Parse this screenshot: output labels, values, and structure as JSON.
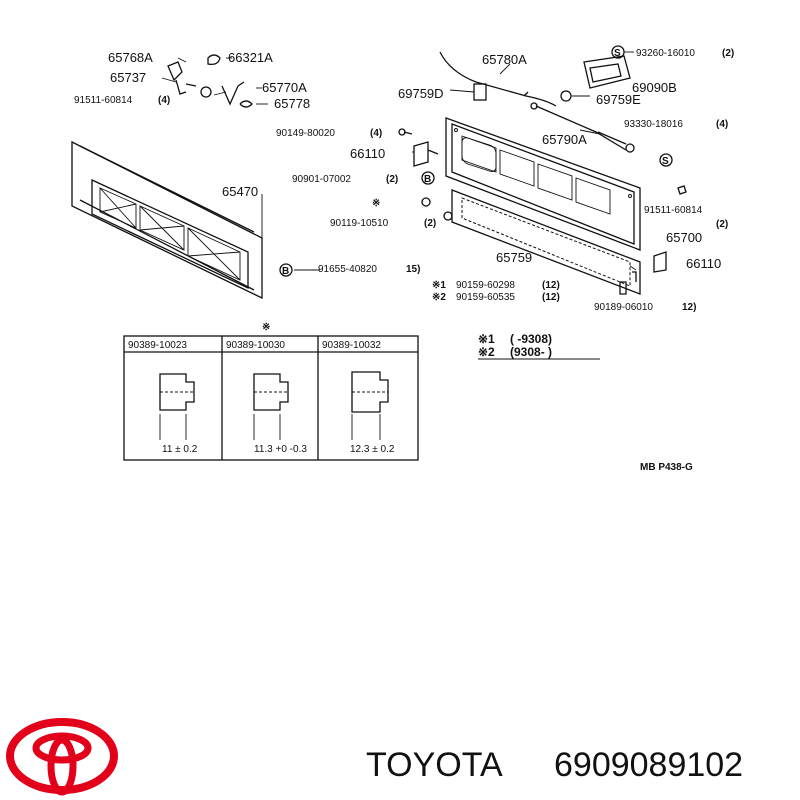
{
  "diagram": {
    "part_labels": {
      "p65768a": "65768A",
      "p66321a": "66321A",
      "p65737": "65737",
      "p65770a": "65770A",
      "p91511_60814_left": "91511-60814",
      "p65778": "65778",
      "p65780a": "65780A",
      "p93260_16010": "93260-16010",
      "p69090b": "69090B",
      "p69759d": "69759D",
      "p69759e": "69759E",
      "p90149_80020": "90149-80020",
      "p93330_18016": "93330-18016",
      "p65790a": "65790A",
      "p66110_upper": "66110",
      "p90901_07002": "90901-07002",
      "p65470": "65470",
      "p91511_60814_right": "91511-60814",
      "p90119_10510": "90119-10510",
      "p65700": "65700",
      "p65759": "65759",
      "p66110_lower": "66110",
      "p91655_40820": "91655-40820",
      "p90159_60298": "90159-60298",
      "p90159_60535": "90159-60535",
      "p90189_06010": "90189-06010"
    },
    "quantities": {
      "q91511_left": "(4)",
      "q93260": "(2)",
      "q90149": "(4)",
      "q93330": "(4)",
      "q90901": "(2)",
      "q91511_right": "(2)",
      "q90119": "(2)",
      "q91655": "15)",
      "q90159_60298": "(12)",
      "q90159_60535": "(12)",
      "q90189": "12)"
    },
    "variant_marks": {
      "mark1": "※1",
      "mark2": "※2",
      "ref_mark": "※",
      "variant_1_range": "( -9308)",
      "variant_2_range": "(9308- )"
    },
    "spacer_table": {
      "columns": [
        {
          "part": "90389-10023",
          "dimension": "11 ± 0.2"
        },
        {
          "part": "90389-10030",
          "dimension": "11.3 +0 -0.3"
        },
        {
          "part": "90389-10032",
          "dimension": "12.3 ± 0.2"
        }
      ]
    },
    "page_code": "MB P438-G"
  },
  "footer": {
    "brand": "TOYOTA",
    "part_number": "6909089102"
  },
  "colors": {
    "logo_red": "#e3001b",
    "ink": "#111111"
  }
}
